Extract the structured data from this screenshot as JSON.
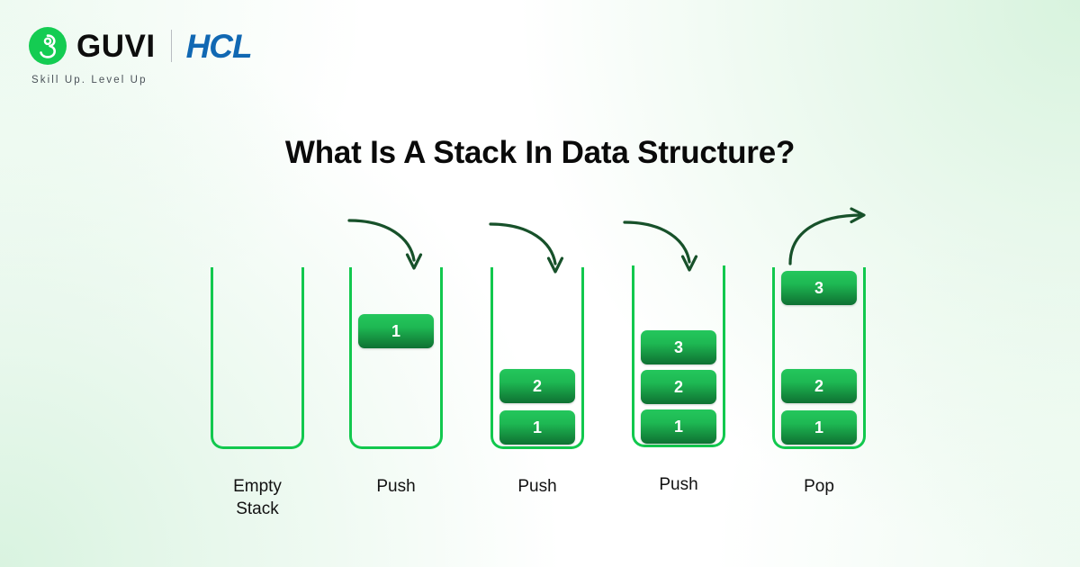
{
  "brand": {
    "guvi_name": "GUVI",
    "guvi_mark_icon": "guvi-g-mark-icon",
    "divider_icon": "vertical-divider-icon",
    "hcl_name": "HCL",
    "tagline": "Skill Up. Level Up",
    "green": "#14cc52",
    "blue": "#1168b3"
  },
  "title": "What Is A Stack In Data Structure?",
  "theme": {
    "border_green": "#12c84e",
    "block_top": "#24c75c",
    "block_bottom": "#0e7133",
    "arrow_green": "#17512a",
    "text_black": "#121212",
    "background": "#ffffff"
  },
  "diagram": {
    "stacks": [
      {
        "id": "empty-stack",
        "label": "Empty Stack",
        "label_lines": [
          "Empty",
          "Stack"
        ],
        "blocks": [],
        "arrow": "none"
      },
      {
        "id": "push-1",
        "label": "Push",
        "label_lines": [
          "Push"
        ],
        "blocks": [
          {
            "value": "1",
            "state": "falling"
          }
        ],
        "arrow": "push-down"
      },
      {
        "id": "push-2",
        "label": "Push",
        "label_lines": [
          "Push"
        ],
        "blocks": [
          {
            "value": "2",
            "state": "settled"
          },
          {
            "value": "1",
            "state": "settled"
          }
        ],
        "arrow": "push-down"
      },
      {
        "id": "push-3",
        "label": "Push",
        "label_lines": [
          "Push"
        ],
        "blocks": [
          {
            "value": "3",
            "state": "settled"
          },
          {
            "value": "2",
            "state": "settled"
          },
          {
            "value": "1",
            "state": "settled"
          }
        ],
        "arrow": "push-down"
      },
      {
        "id": "pop",
        "label": "Pop",
        "label_lines": [
          "Pop"
        ],
        "blocks": [
          {
            "value": "3",
            "state": "leaving"
          },
          {
            "value": "2",
            "state": "settled"
          },
          {
            "value": "1",
            "state": "settled"
          }
        ],
        "arrow": "pop-up"
      }
    ]
  }
}
